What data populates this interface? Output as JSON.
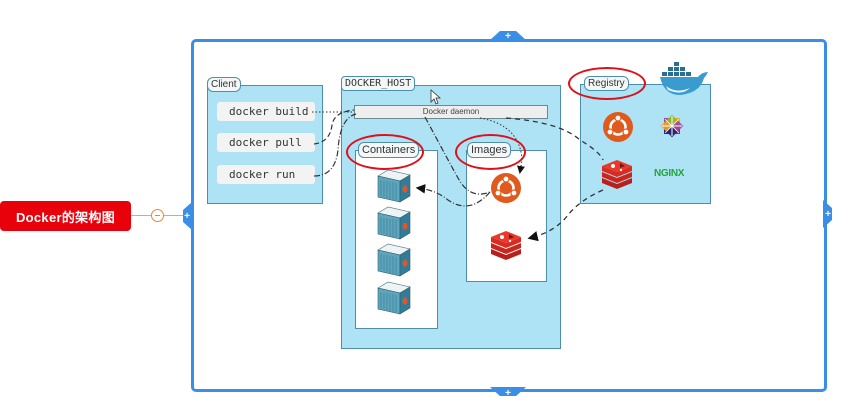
{
  "mindmap": {
    "root_topic": "Docker的架构图",
    "root_color": "#e8000b",
    "frame_color": "#3a8ee6"
  },
  "diagram": {
    "client": {
      "label": "Client",
      "commands": [
        "docker build",
        "docker pull",
        "docker run"
      ]
    },
    "docker_host": {
      "label": "DOCKER_HOST",
      "daemon_label": "Docker daemon",
      "containers_label": "Containers",
      "images_label": "Images",
      "container_count": 4
    },
    "registry": {
      "label": "Registry",
      "items": [
        "ubuntu-logo",
        "centos-logo",
        "redis-logo",
        "nginx-logo"
      ],
      "nginx_text": "NGINX"
    },
    "highlight_color": "#e0101a",
    "panel_color": "#aee3f5"
  }
}
